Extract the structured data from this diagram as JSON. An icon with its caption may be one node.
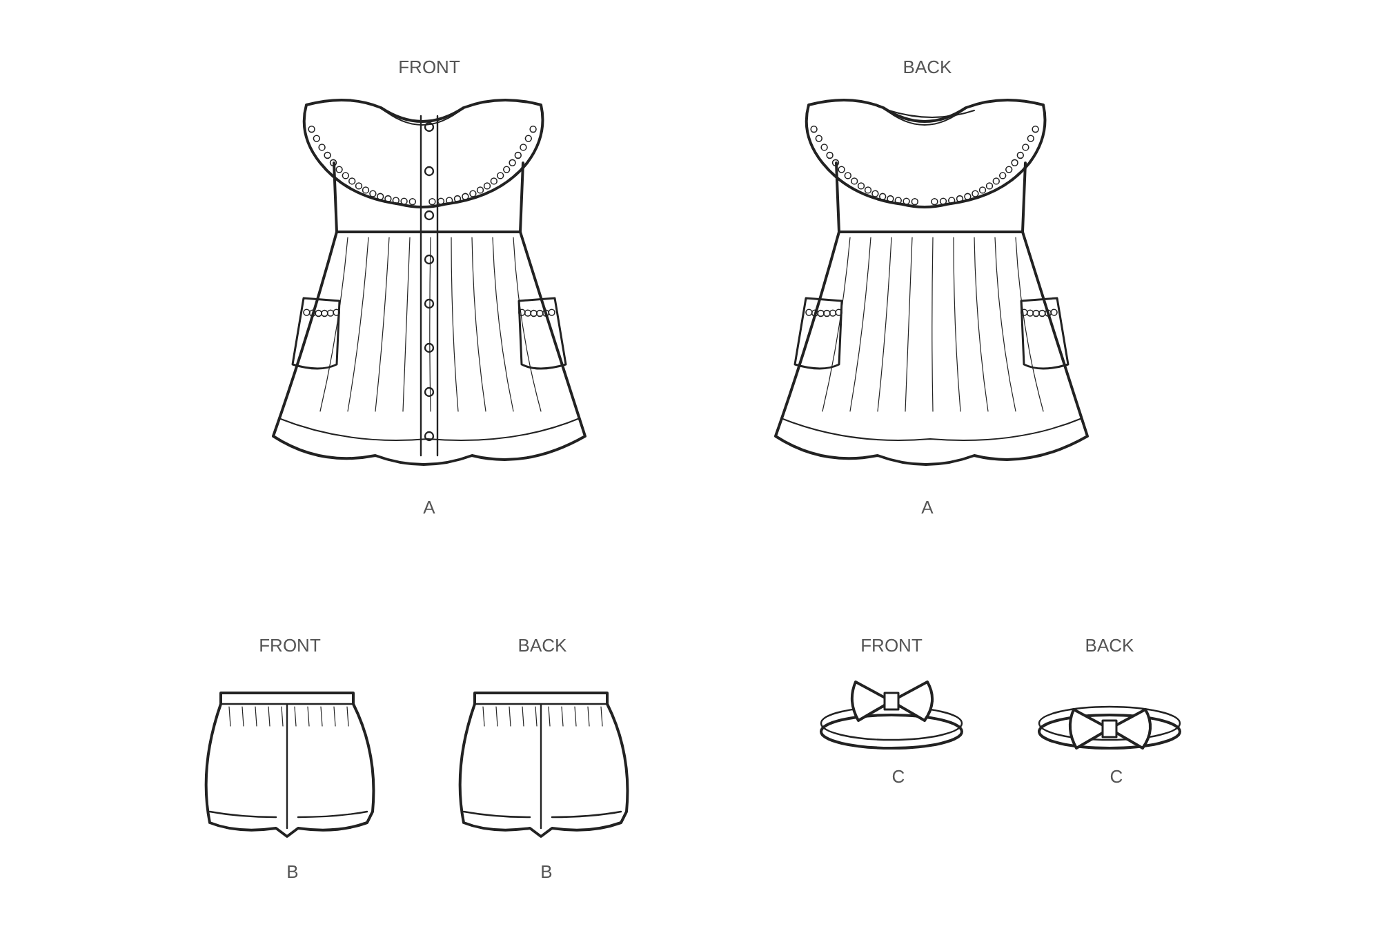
{
  "diagram": {
    "labels": [
      "FRONT",
      "BACK",
      "A",
      "A",
      "FRONT",
      "BACK",
      "FRONT",
      "BACK",
      "C",
      "C",
      "B",
      "B"
    ]
  }
}
